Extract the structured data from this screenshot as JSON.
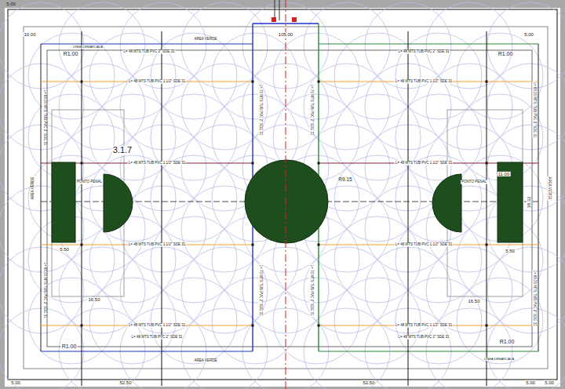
{
  "diagram": {
    "labels": [
      "5.00",
      "10.00",
      "105.00",
      "5.00",
      "AREA VERDE",
      "LINHA DEMARCADA",
      "R1.00",
      "R1.00",
      "L= 48 MTS TUB PVC 2\" SDE 31",
      "L= 48 MTS TUB PVC 2\" SDE 31",
      "L= 48 MTS TUB PVC 1.1/2\" SDE 31",
      "L= 48 MTS TUB PVC 1.1/2\" SDE 31",
      "3.1.7",
      "L= 48 MTS TUB PVC 1.1/2\" SDE 31",
      "L= 48 MTS TUB PVC 1.1/2\" SDE 31",
      "PONTO PENAL",
      "R9.15",
      "PONTO PENAL",
      "11.00",
      "18.32",
      "5.50",
      "5.50",
      "L= 48 MTS TUB PVC 1.1/2\" SDE 31",
      "L= 48 MTS TUB PVC 1.1/2\" SDE 31",
      "16.50",
      "16.50",
      "L= 48 MTS TUB PVC 1.1/2\" SDE 31",
      "L= 48 MTS TUB PVC 1.1/2\" SDE 31",
      "R1.00",
      "R1.00",
      "L= 48 MTS TUB PVC 2\" SDE 31",
      "L= 48 MTS TUB PVC 2\" SDE 31",
      "AREA VERDE",
      "LINHA DEMARCADA",
      "5.00",
      "52.50",
      "52.50",
      "5.00",
      "5.00",
      "AREA VERDE",
      "AREA VERDE",
      "L= 68.00 MTS TUB PVC 2\" SDE 31",
      "L= 68.00 MTS TUB PVC 2\" SDE 31",
      "L= 68.00 MTS TUB PVC 2\" SDE 31",
      "L= 68.00 MTS TUB PVC 2\" SDE 31",
      "L= 70 MTS TUB PVC 2\" SDE 31",
      "L= 70 MTS TUB PVC 2\" SDE 31",
      "L= 70 MTS TUB PVC 2\" SDE 31",
      "L= 70 MTS TUB PVC 2\" SDE 31"
    ]
  }
}
